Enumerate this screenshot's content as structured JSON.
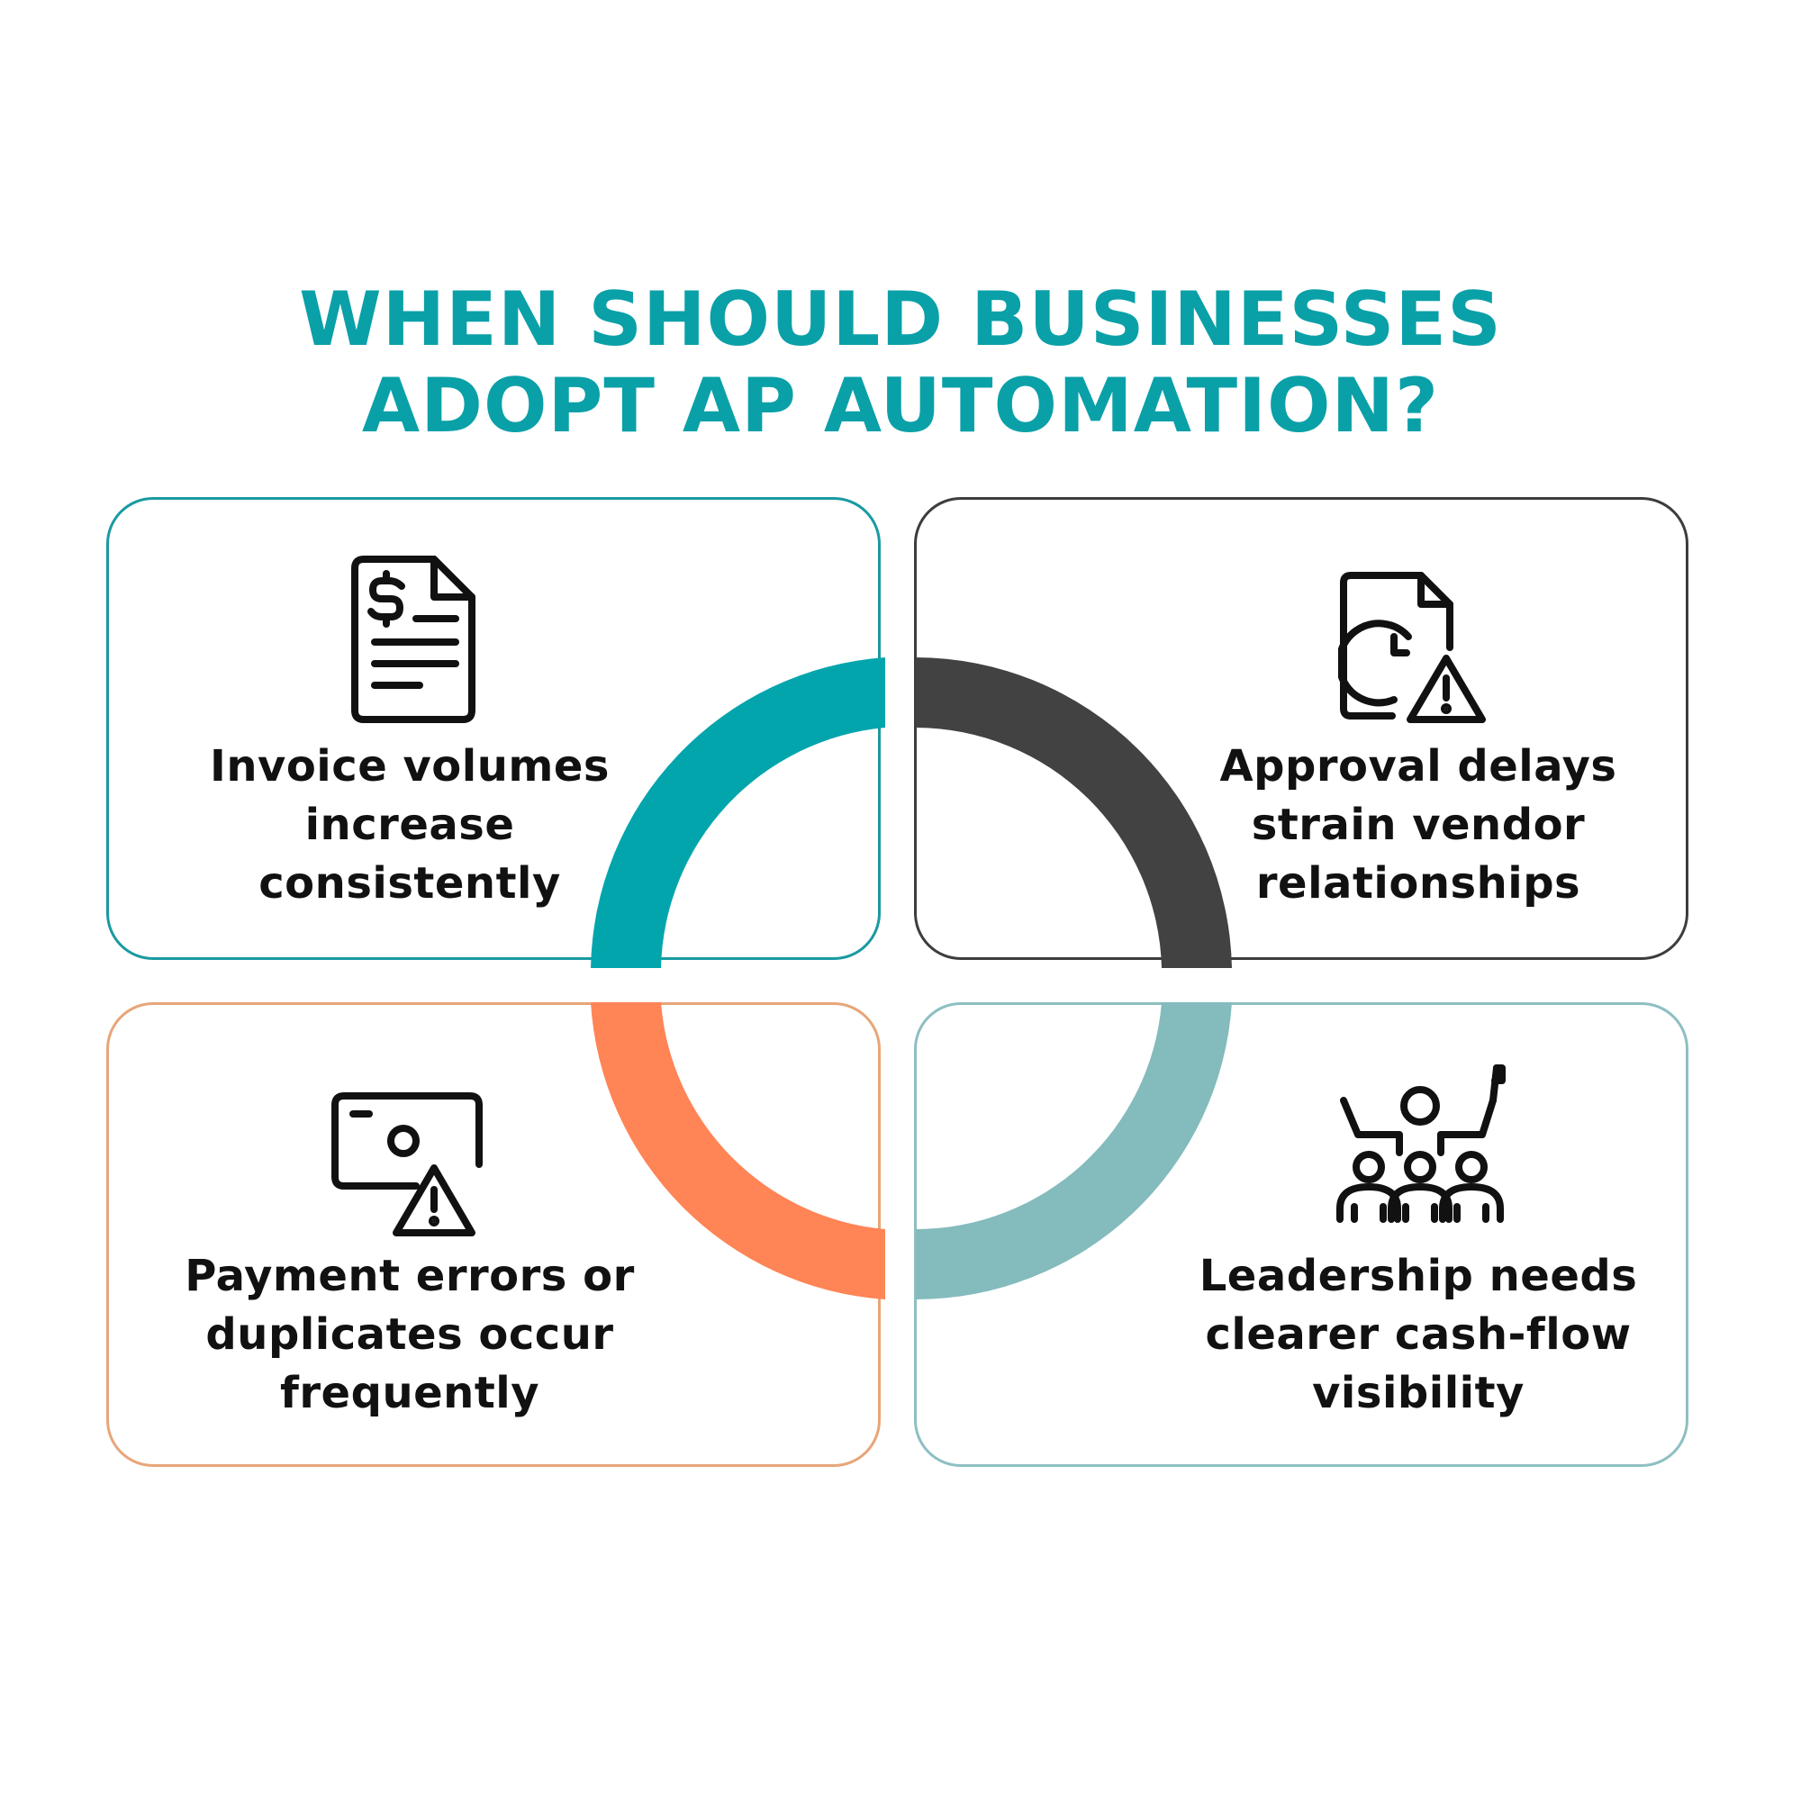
{
  "title": {
    "line1": "WHEN SHOULD BUSINESSES",
    "line2": "ADOPT AP AUTOMATION?"
  },
  "colors": {
    "title": "#0aa0a8",
    "teal": "#03a5ad",
    "dark": "#424242",
    "orange": "#ff8456",
    "light_teal": "#84bbbd"
  },
  "quadrants": [
    {
      "icon": "invoice-dollar-icon",
      "lines": [
        "Invoice volumes",
        "increase",
        "consistently"
      ]
    },
    {
      "icon": "document-clock-warning-icon",
      "lines": [
        "Approval delays",
        "strain vendor",
        "relationships"
      ]
    },
    {
      "icon": "payment-card-warning-icon",
      "lines": [
        "Payment errors or",
        "duplicates occur",
        "frequently"
      ]
    },
    {
      "icon": "leadership-team-flag-icon",
      "lines": [
        "Leadership needs",
        "clearer cash-flow",
        "visibility"
      ]
    }
  ]
}
